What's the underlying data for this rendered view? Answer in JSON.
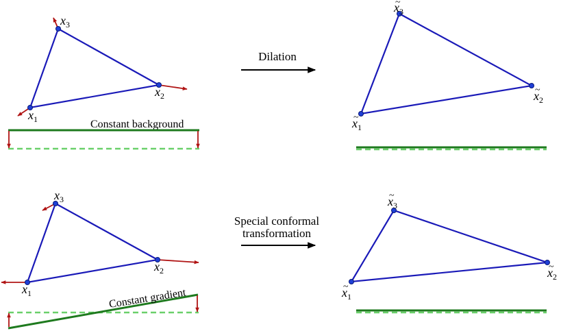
{
  "top_panel": {
    "arrow_label": "Dilation",
    "caption": "Constant background",
    "left_points": [
      {
        "base": "x",
        "sub": "1"
      },
      {
        "base": "x",
        "sub": "2"
      },
      {
        "base": "x",
        "sub": "3"
      }
    ],
    "right_points": [
      {
        "base": "x",
        "tilde": "~",
        "sub": "1"
      },
      {
        "base": "x",
        "tilde": "~",
        "sub": "2"
      },
      {
        "base": "x",
        "tilde": "~",
        "sub": "3"
      }
    ]
  },
  "bottom_panel": {
    "arrow_label_line1": "Special conformal",
    "arrow_label_line2": "transformation",
    "caption": "Constant gradient",
    "left_points": [
      {
        "base": "x",
        "sub": "1"
      },
      {
        "base": "x",
        "sub": "2"
      },
      {
        "base": "x",
        "sub": "3"
      }
    ],
    "right_points": [
      {
        "base": "x",
        "tilde": "~",
        "sub": "1"
      },
      {
        "base": "x",
        "tilde": "~",
        "sub": "2"
      },
      {
        "base": "x",
        "tilde": "~",
        "sub": "3"
      }
    ]
  },
  "colors": {
    "triangle": "#1a1ab8",
    "vertex": "#1f3fd6",
    "vector": "#b01414",
    "background_line": "#1e7a1e",
    "background_dashed": "#6ad06a",
    "transform_arrow": "#000000"
  }
}
